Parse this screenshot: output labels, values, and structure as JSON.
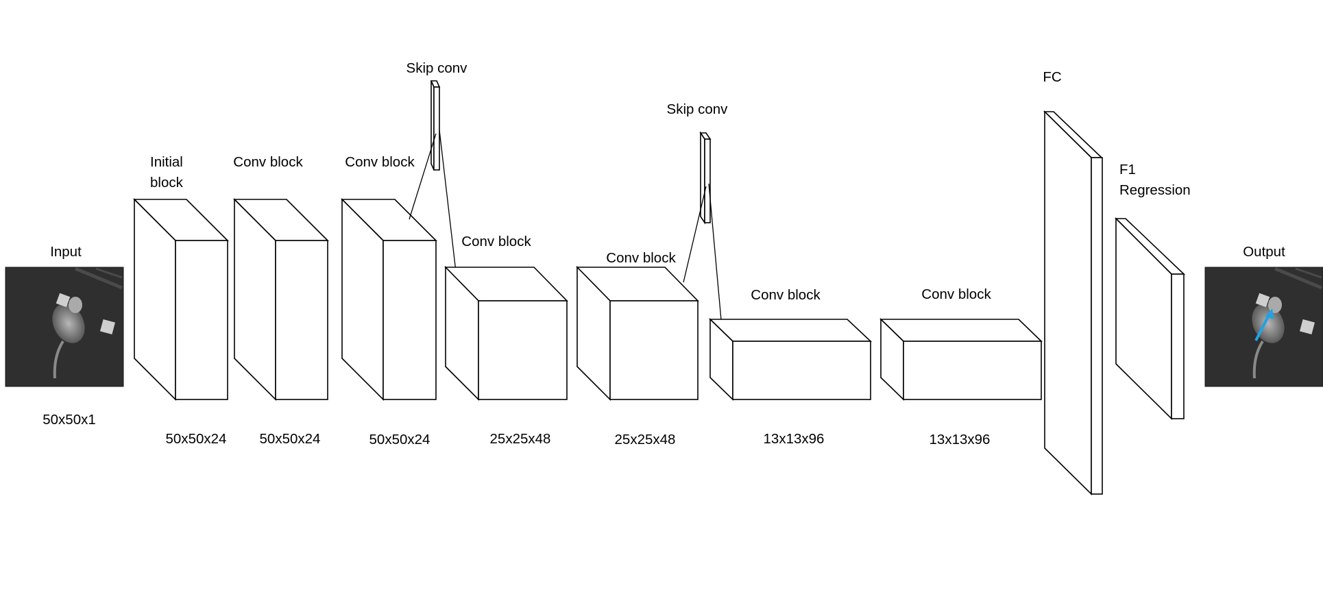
{
  "input": {
    "label": "Input",
    "dims": "50x50x1"
  },
  "output": {
    "label": "Output"
  },
  "layers": [
    {
      "label": [
        "Initial",
        "block"
      ],
      "dims": "50x50x24"
    },
    {
      "label": [
        "Conv block"
      ],
      "dims": "50x50x24"
    },
    {
      "label": [
        "Conv block"
      ],
      "dims": "50x50x24"
    },
    {
      "label": [
        "Conv block"
      ],
      "dims": "25x25x48"
    },
    {
      "label": [
        "Conv block"
      ],
      "dims": "25x25x48"
    },
    {
      "label": [
        "Conv block"
      ],
      "dims": "13x13x96"
    },
    {
      "label": [
        "Conv block"
      ],
      "dims": "13x13x96"
    },
    {
      "label": [
        "FC"
      ],
      "dims": ""
    },
    {
      "label": [
        "F1",
        "Regression"
      ],
      "dims": ""
    }
  ],
  "skips": [
    {
      "label": "Skip conv"
    },
    {
      "label": "Skip conv"
    }
  ],
  "colors": {
    "stroke": "#000000",
    "arrow": "#1fa3e6",
    "image_bg": "#2a2a2a"
  }
}
